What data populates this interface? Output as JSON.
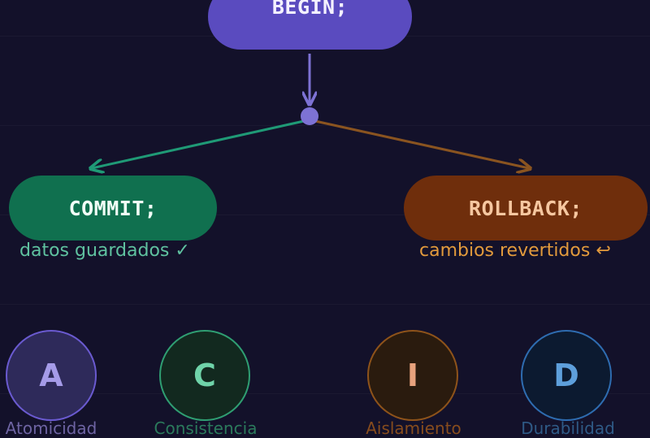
{
  "begin": {
    "label": "BEGIN;"
  },
  "commit": {
    "label": "COMMIT;",
    "caption": "datos guardados ✓"
  },
  "rollback": {
    "label": "ROLLBACK;",
    "caption": "cambios revertidos ↩"
  },
  "acid": [
    {
      "letter": "A",
      "name": "Atomicidad"
    },
    {
      "letter": "C",
      "name": "Consistencia"
    },
    {
      "letter": "I",
      "name": "Aislamiento"
    },
    {
      "letter": "D",
      "name": "Durabilidad"
    }
  ],
  "colors": {
    "background": "#13112a",
    "begin": "#5a4bbf",
    "commit": "#10704f",
    "rollback": "#6f2e0c",
    "commit_arrow": "#1f9a76",
    "rollback_arrow": "#8a5420",
    "junction": "#7d72d4"
  }
}
